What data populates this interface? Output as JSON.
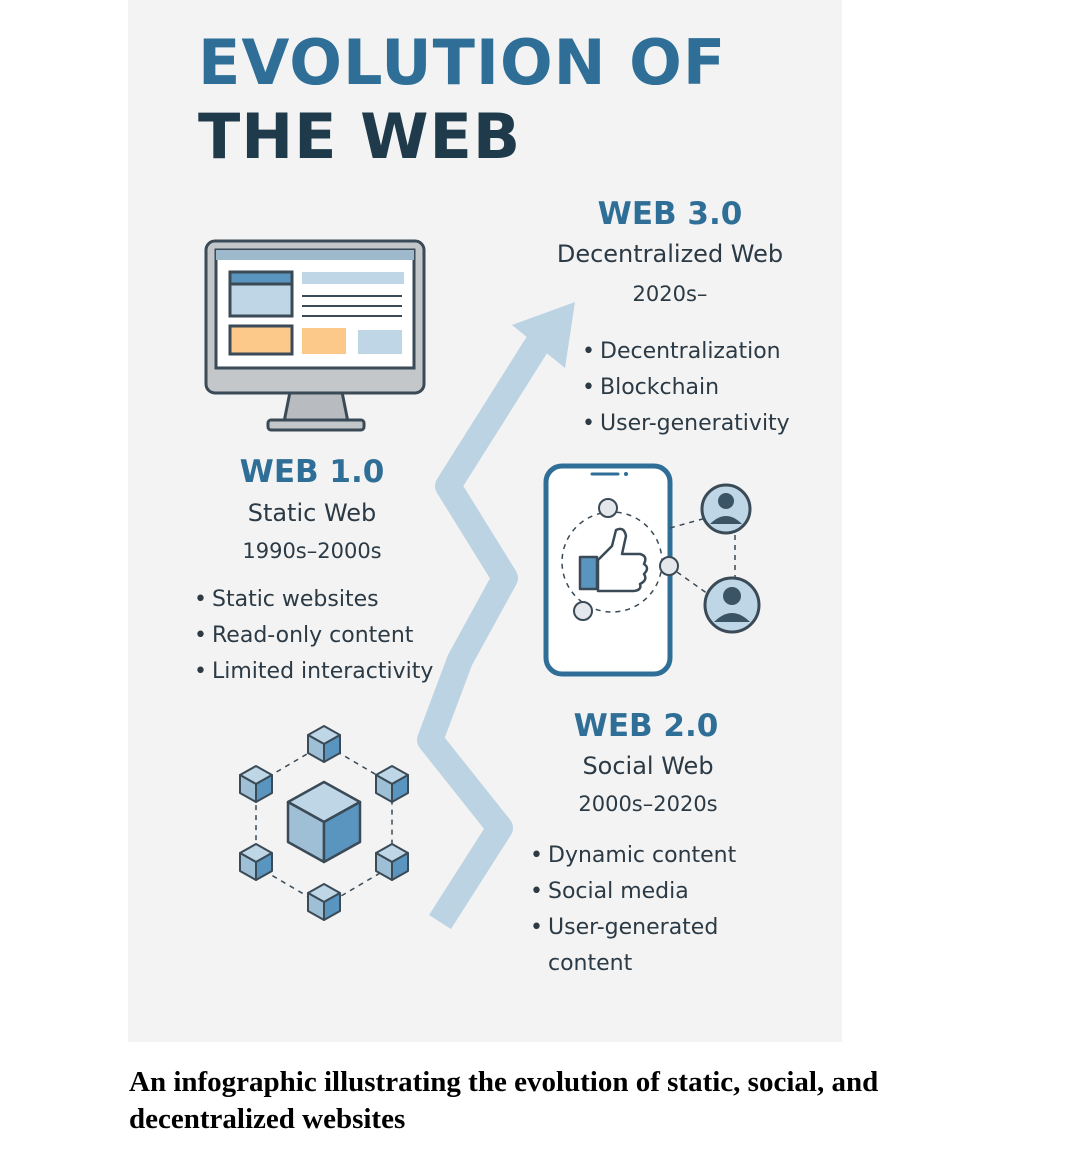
{
  "title": {
    "line1": "EVOLUTION OF",
    "line2": "THE WEB"
  },
  "web3": {
    "label": "WEB 3.0",
    "subtitle": "Decentralized Web",
    "years": "2020s–",
    "bullets": [
      "Decentralization",
      "Blockchain",
      "User-generativity"
    ]
  },
  "web1": {
    "label": "WEB 1.0",
    "subtitle": "Static Web",
    "years": "1990s–2000s",
    "bullets": [
      "Static websites",
      "Read-only content",
      "Limited interactivity"
    ]
  },
  "web2": {
    "label": "WEB 2.0",
    "subtitle": "Social Web",
    "years": "2000s–2020s",
    "bullets": [
      "Dynamic content",
      "Social media",
      "User-generated",
      "content"
    ]
  },
  "caption": "An infographic illustrating the evolution of static, social, and decentralized websites",
  "colors": {
    "panel": "#f3f3f3",
    "title_blue": "#2f6f97",
    "title_dark": "#1f3a4a",
    "arrow": "#bcd3e3",
    "icon_stroke": "#3a4a56",
    "icon_blue": "#5a95bf",
    "icon_light": "#bfd6e6",
    "icon_orange": "#fcc98a"
  },
  "icons": [
    "desktop-monitor-icon",
    "smartphone-social-icon",
    "thumbs-up-icon",
    "user-avatar-icon",
    "blockchain-cubes-icon",
    "growth-arrow-icon"
  ]
}
